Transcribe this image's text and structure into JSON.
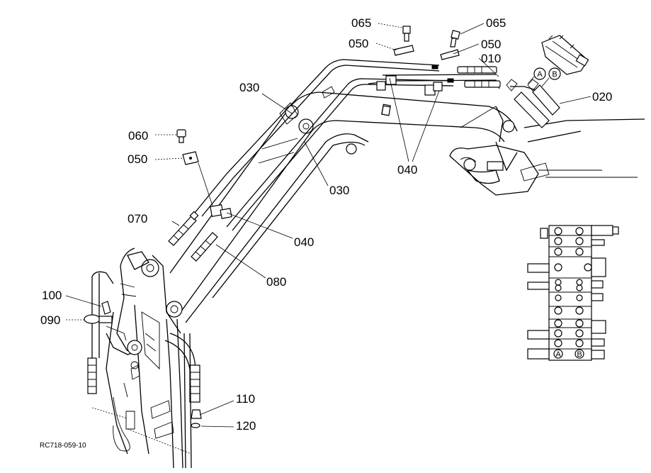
{
  "diagram_code": "RC718-059-10",
  "callouts": [
    {
      "id": "c065a",
      "label": "065"
    },
    {
      "id": "c065b",
      "label": "065"
    },
    {
      "id": "c050a",
      "label": "050"
    },
    {
      "id": "c050b",
      "label": "050"
    },
    {
      "id": "c010",
      "label": "010"
    },
    {
      "id": "c020",
      "label": "020"
    },
    {
      "id": "c030a",
      "label": "030"
    },
    {
      "id": "c030b",
      "label": "030"
    },
    {
      "id": "c040a",
      "label": "040"
    },
    {
      "id": "c040b",
      "label": "040"
    },
    {
      "id": "c060",
      "label": "060"
    },
    {
      "id": "c050c",
      "label": "050"
    },
    {
      "id": "c070",
      "label": "070"
    },
    {
      "id": "c080",
      "label": "080"
    },
    {
      "id": "c100",
      "label": "100"
    },
    {
      "id": "c090",
      "label": "090"
    },
    {
      "id": "c110",
      "label": "110"
    },
    {
      "id": "c120",
      "label": "120"
    }
  ],
  "port_markers": {
    "a": "A",
    "b": "B"
  }
}
